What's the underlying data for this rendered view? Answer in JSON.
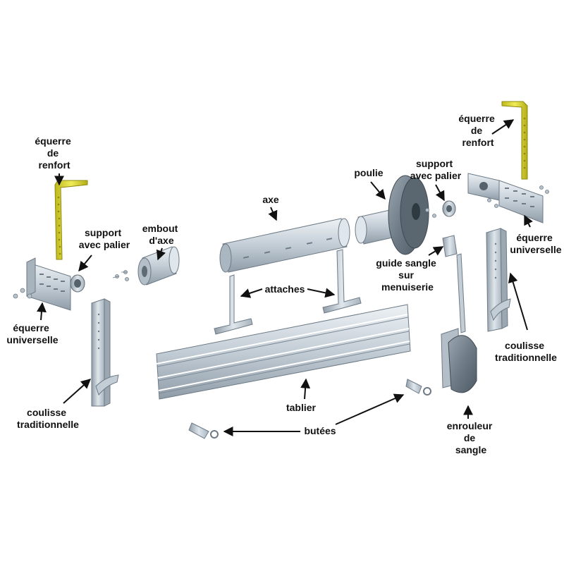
{
  "labels": {
    "equerre_renfort_left": [
      "équerre",
      "de",
      "renfort"
    ],
    "support_palier_left": [
      "support",
      "avec palier"
    ],
    "equerre_universelle_left": [
      "équerre",
      "universelle"
    ],
    "coulisse_left": [
      "coulisse",
      "traditionnelle"
    ],
    "embout_axe": [
      "embout",
      "d'axe"
    ],
    "axe": [
      "axe"
    ],
    "attaches": [
      "attaches"
    ],
    "poulie": [
      "poulie"
    ],
    "support_palier_right": [
      "support",
      "avec palier"
    ],
    "equerre_renfort_right": [
      "équerre",
      "de",
      "renfort"
    ],
    "guide_sangle": [
      "guide sangle",
      "sur",
      "menuiserie"
    ],
    "equerre_universelle_right": [
      "équerre",
      "universelle"
    ],
    "coulisse_right": [
      "coulisse",
      "traditionnelle"
    ],
    "tablier": [
      "tablier"
    ],
    "butees": [
      "butées"
    ],
    "enrouleur": [
      "enrouleur",
      "de",
      "sangle"
    ]
  },
  "colors": {
    "metal": "#c9d3dc",
    "metal_dark": "#8e9ba6",
    "metal_light": "#e6ecf1",
    "yellow": "#e6e23c",
    "yellow_dark": "#a8a412",
    "arrow": "#111111"
  }
}
